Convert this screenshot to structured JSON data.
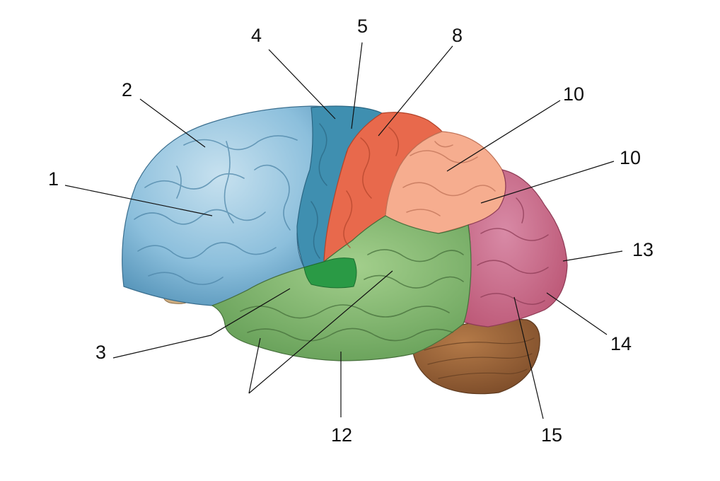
{
  "labels": [
    {
      "id": "l1",
      "text": "1"
    },
    {
      "id": "l2",
      "text": "2"
    },
    {
      "id": "l3",
      "text": "3"
    },
    {
      "id": "l4",
      "text": "4"
    },
    {
      "id": "l5",
      "text": "5"
    },
    {
      "id": "l8",
      "text": "8"
    },
    {
      "id": "l10a",
      "text": "10"
    },
    {
      "id": "l10b",
      "text": "10"
    },
    {
      "id": "l12",
      "text": "12"
    },
    {
      "id": "l13",
      "text": "13"
    },
    {
      "id": "l14",
      "text": "14"
    },
    {
      "id": "l15",
      "text": "15"
    }
  ],
  "colors": {
    "frontal": "#8cbfdc",
    "frontal_dark": "#4f8fb5",
    "precentral": "#3f8fb0",
    "postcentral": "#e8694c",
    "parietal": "#f6ad8f",
    "temporal": "#7fb56c",
    "insula": "#2a9a45",
    "occipital": "#c9698c",
    "cerebellum": "#9a6438",
    "brainstem": "#cfae82",
    "leader": "#111111"
  }
}
